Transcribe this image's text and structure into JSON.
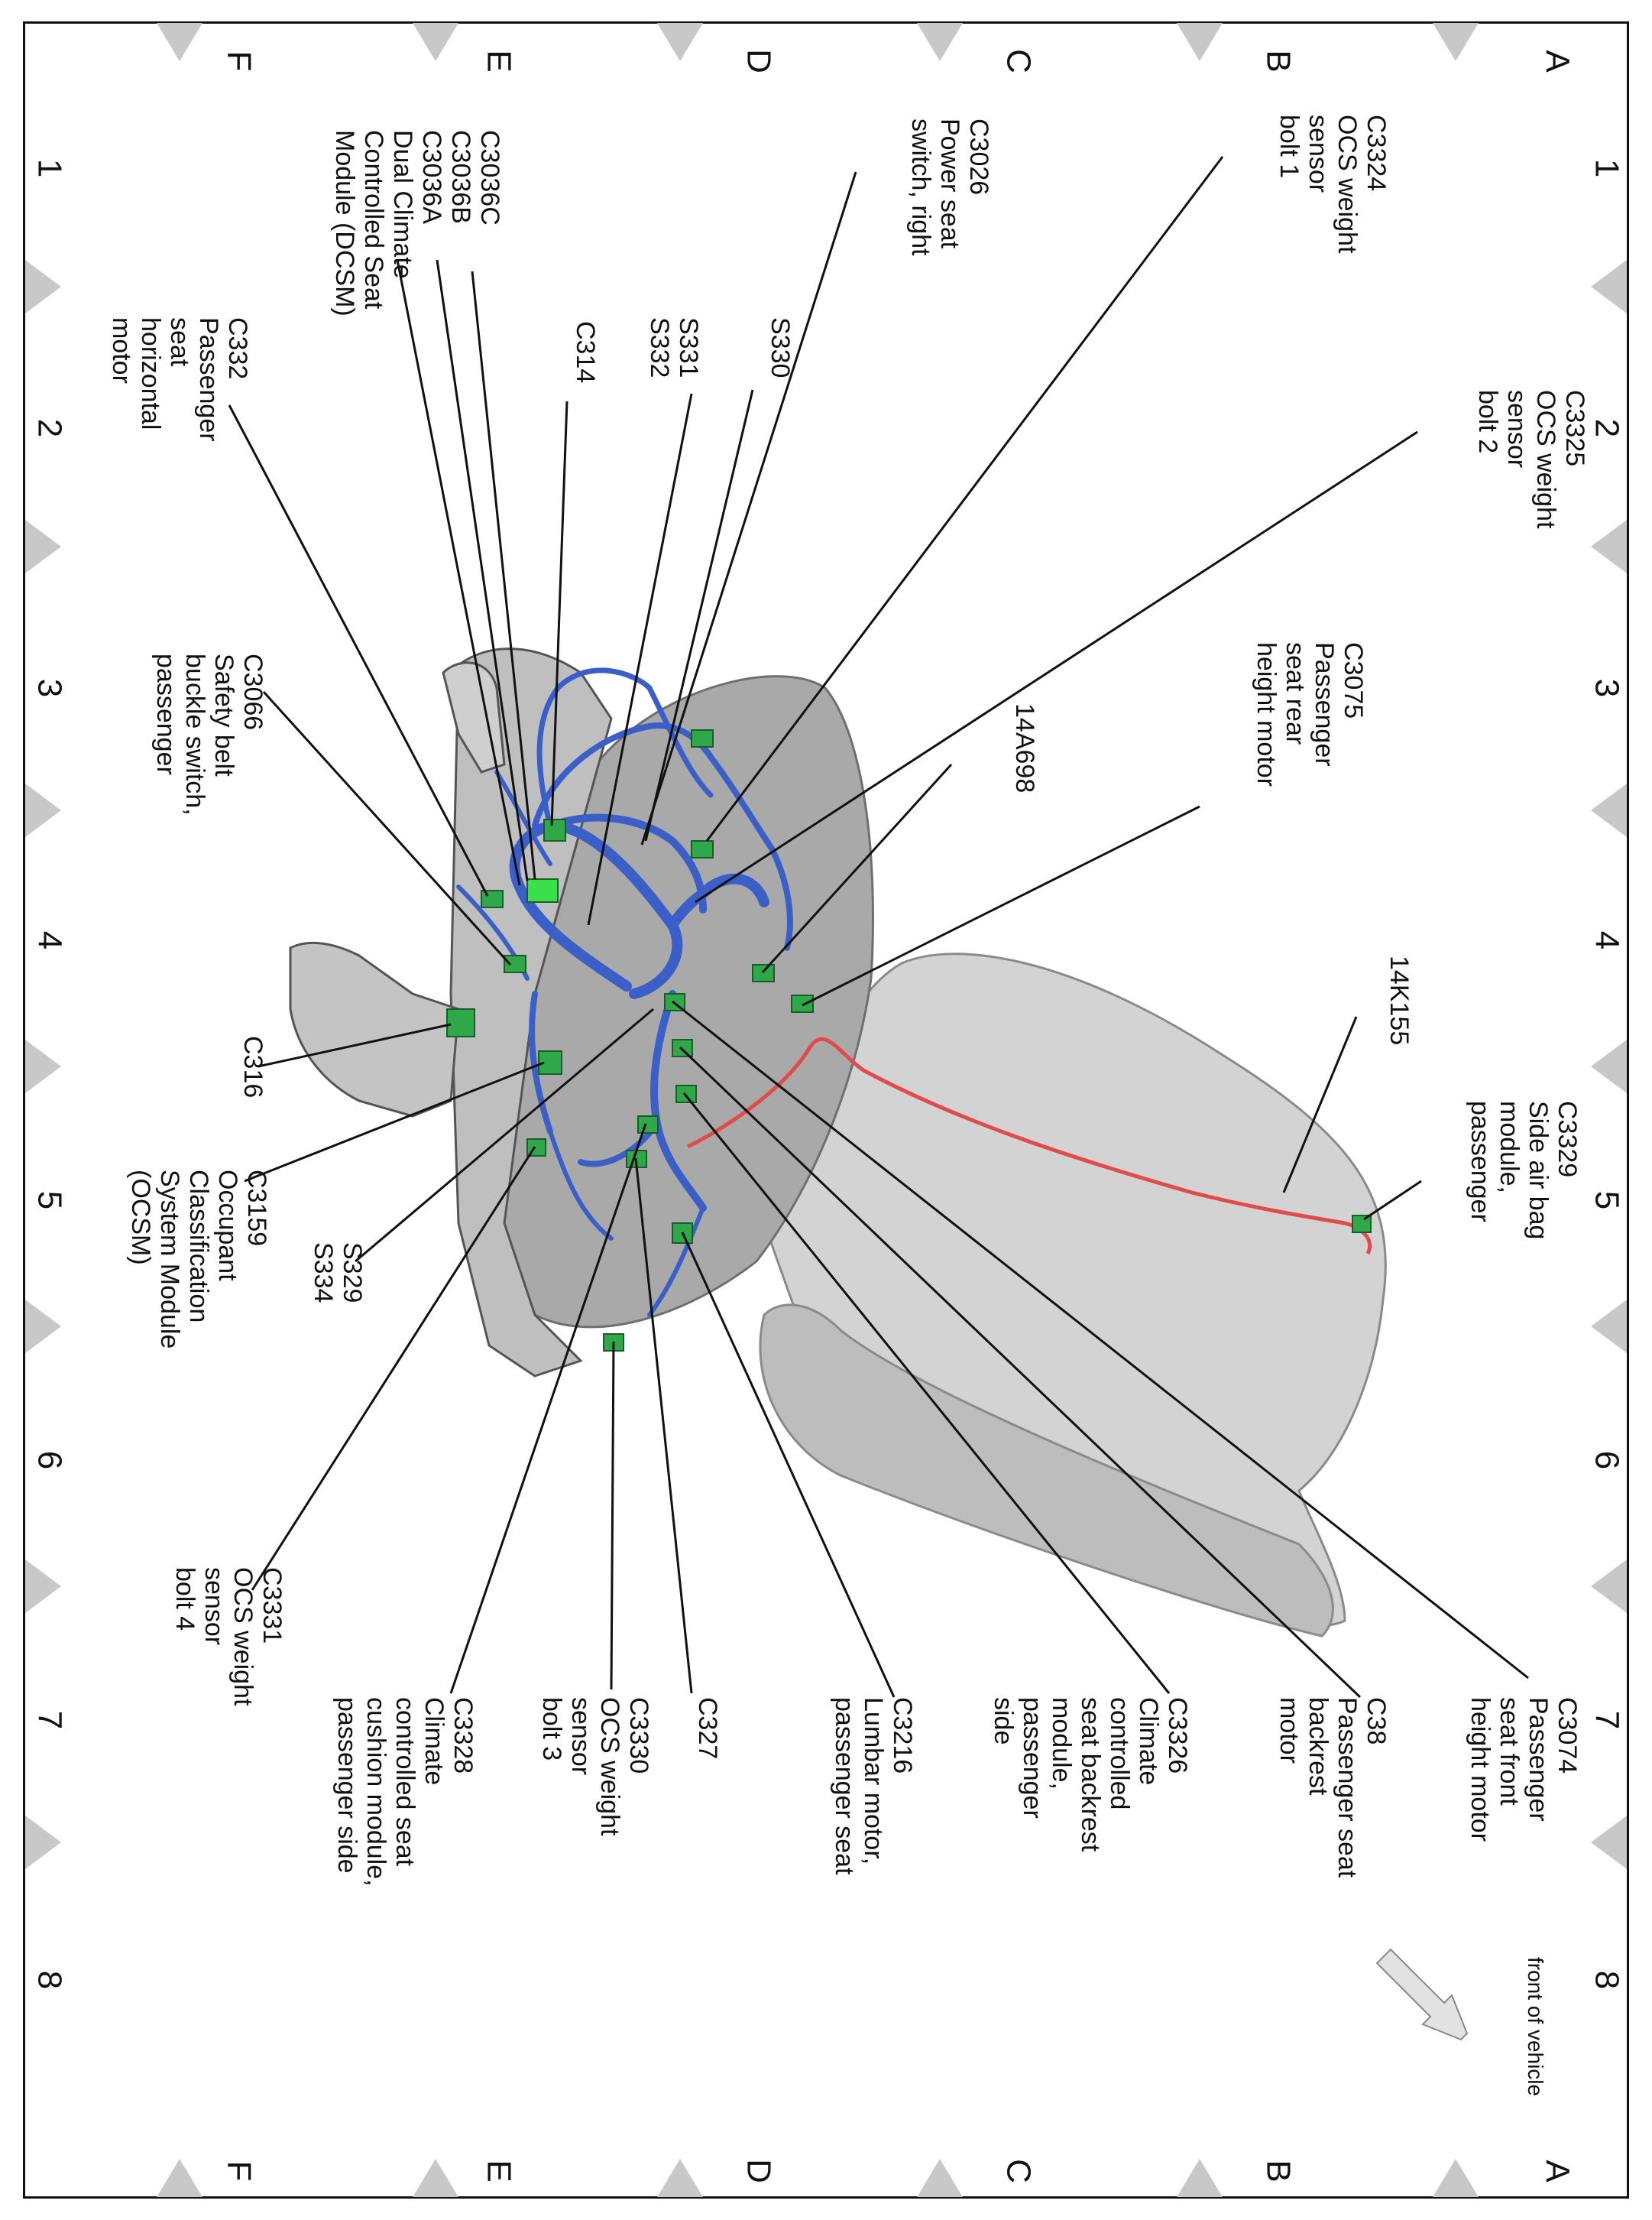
{
  "grid": {
    "rows": [
      "A",
      "B",
      "C",
      "D",
      "E",
      "F"
    ],
    "cols": [
      "1",
      "2",
      "3",
      "4",
      "5",
      "6",
      "7",
      "8"
    ]
  },
  "orientation_note": "front of vehicle",
  "colors": {
    "harness": "#3a5fc9",
    "connector": "#2fa84a",
    "highlight_connector": "#39e04a",
    "airbag_wire": "#e34a4a",
    "seat": "#c9c9c9",
    "tick": "#c8c8c8"
  },
  "callouts": [
    {
      "id": "c3324",
      "lines": [
        "C3324",
        "OCS weight",
        "sensor",
        "bolt 1"
      ]
    },
    {
      "id": "c3325",
      "lines": [
        "C3325",
        "OCS weight",
        "sensor",
        "bolt  2"
      ]
    },
    {
      "id": "c3026",
      "lines": [
        "C3026",
        "Power seat",
        "switch, right"
      ]
    },
    {
      "id": "s330",
      "lines": [
        "S330"
      ]
    },
    {
      "id": "s331",
      "lines": [
        "S331",
        "S332"
      ]
    },
    {
      "id": "c314",
      "lines": [
        "C314"
      ]
    },
    {
      "id": "c3036",
      "lines": [
        "C3036C",
        "C3036B",
        "C3036A",
        "Dual Climate",
        "Controlled Seat",
        "Module (DCSM)"
      ]
    },
    {
      "id": "c332",
      "lines": [
        "C332",
        "Passenger",
        "seat",
        "horizontal",
        "motor"
      ]
    },
    {
      "id": "c3075",
      "lines": [
        "C3075",
        "Passenger",
        "seat rear",
        "height motor"
      ]
    },
    {
      "id": "n14a698",
      "lines": [
        "14A698"
      ]
    },
    {
      "id": "c3066",
      "lines": [
        "C3066",
        "Safety belt",
        "buckle switch,",
        "passenger"
      ]
    },
    {
      "id": "n14k155",
      "lines": [
        "14K155"
      ]
    },
    {
      "id": "c316",
      "lines": [
        "C316"
      ]
    },
    {
      "id": "c3329",
      "lines": [
        "C3329",
        "Side air bag",
        "module,",
        "passenger"
      ]
    },
    {
      "id": "c3159",
      "lines": [
        "C3159",
        "Occupant",
        "Classification",
        "System Module",
        "(OCSM)"
      ]
    },
    {
      "id": "s329",
      "lines": [
        "S329",
        "S334"
      ]
    },
    {
      "id": "c3331",
      "lines": [
        "C3331",
        "OCS weight",
        "sensor",
        "bolt  4"
      ]
    },
    {
      "id": "c3074",
      "lines": [
        "C3074",
        "Passenger",
        "seat front",
        "height motor"
      ]
    },
    {
      "id": "c338",
      "lines": [
        "C38",
        "Passenger seat",
        "backrest",
        "motor"
      ]
    },
    {
      "id": "c3326",
      "lines": [
        "C3326",
        "Climate",
        "controlled",
        "seat backrest",
        "module,",
        "passenger",
        "side"
      ]
    },
    {
      "id": "c3216",
      "lines": [
        "C3216",
        "Lumbar motor,",
        "passenger seat"
      ]
    },
    {
      "id": "c327",
      "lines": [
        "C327"
      ]
    },
    {
      "id": "c3330",
      "lines": [
        "C3330",
        "OCS weight",
        "sensor",
        "bolt  3"
      ]
    },
    {
      "id": "c3328",
      "lines": [
        "C3328",
        "Climate",
        "controlled seat",
        "cushion module,",
        "passenger side"
      ]
    }
  ]
}
